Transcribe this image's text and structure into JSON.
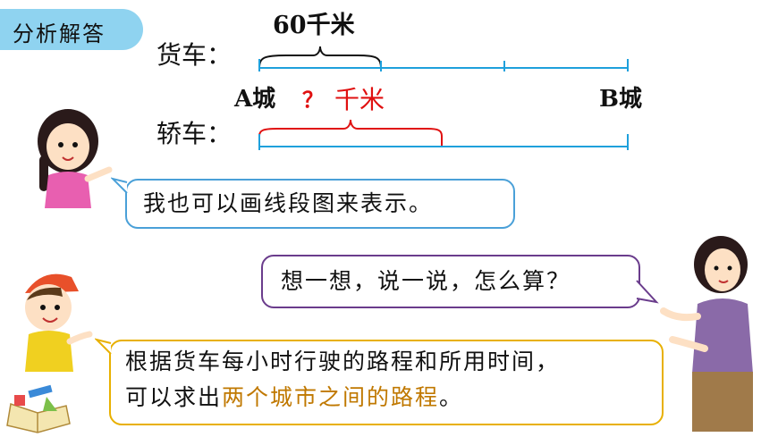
{
  "header": {
    "title": "分析解答"
  },
  "diagram": {
    "truck_label": "货车：",
    "car_label": "轿车：",
    "segment_label": "60千米",
    "city_a": "A城",
    "city_b": "B城",
    "question_mark": "？",
    "unknown_unit": "千米",
    "truck_segments": 3,
    "segment_color": "#1ea0dc",
    "car_color": "#e01010"
  },
  "bubbles": {
    "girl": "我也可以画线段图来表示。",
    "teacher": "想一想，说一说，怎么算？",
    "boy_line1": "根据货车每小时行驶的路程和所用时间，",
    "boy_line2_prefix": "可以求出",
    "boy_line2_highlight": "两个城市之间的路程",
    "boy_line2_suffix": "。"
  },
  "colors": {
    "tag_bg": "#8fd3f0",
    "highlight": "#c07800",
    "bubble_blue_border": "#4aa0d8",
    "bubble_purple_border": "#6a3c8c",
    "bubble_yellow_border": "#e8b000"
  }
}
